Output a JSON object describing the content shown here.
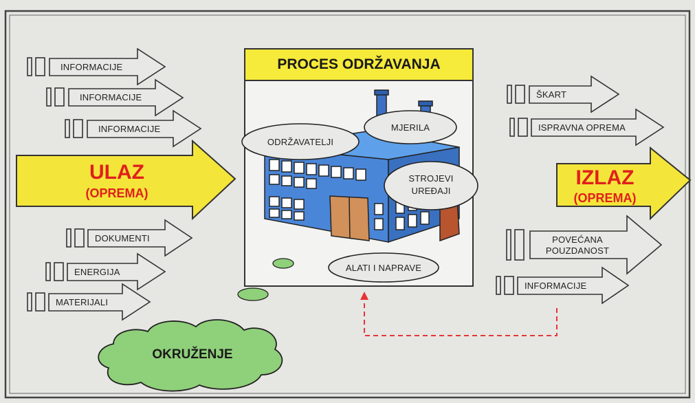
{
  "title": "PROCES ODRŽAVANJA",
  "inputs": {
    "top": [
      "INFORMACIJE",
      "INFORMACIJE",
      "INFORMACIJE"
    ],
    "main": {
      "title": "ULAZ",
      "subtitle": "(OPREMA)"
    },
    "bottom": [
      "DOKUMENTI",
      "ENERGIJA",
      "MATERIJALI"
    ]
  },
  "outputs": {
    "top": [
      "ŠKART",
      "ISPRAVNA OPREMA"
    ],
    "main": {
      "title": "IZLAZ",
      "subtitle": "(OPREMA)"
    },
    "bottom": [
      "POVEĆANA",
      "POUZDANOST",
      "INFORMACIJE"
    ]
  },
  "process_items": [
    "ODRŽAVATELJI",
    "MJERILA",
    "STROJEVI",
    "UREĐAJI",
    "ALATI I NAPRAVE"
  ],
  "environment": "OKRUŽENJE",
  "colors": {
    "background": "#e6e6e3",
    "title_box": "#f6ea3a",
    "big_arrow": "#f4e53a",
    "red_text": "#e0201c",
    "building": "#4a86d8",
    "cloud": "#8fd07a",
    "feedback_line": "#e53535"
  }
}
